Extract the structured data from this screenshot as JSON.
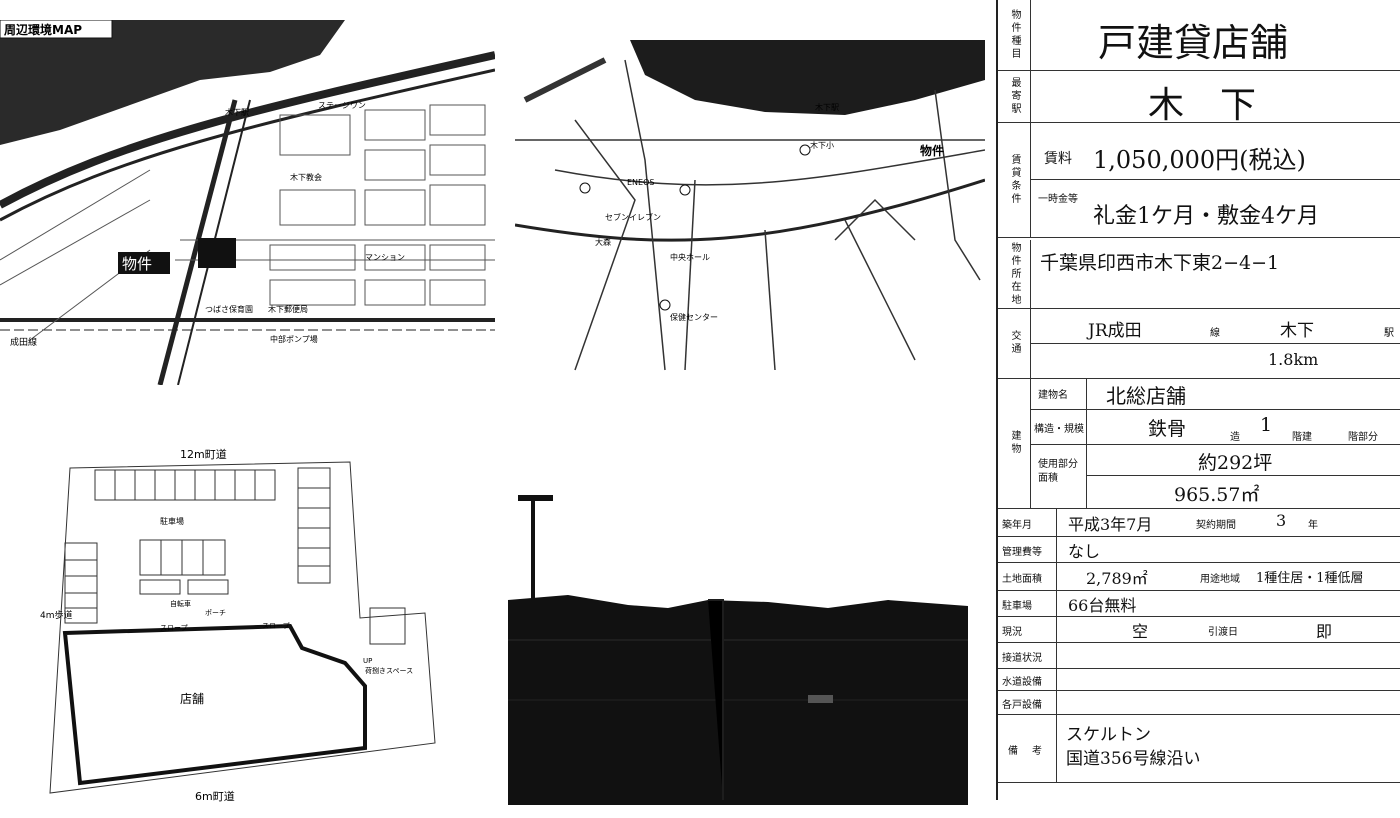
{
  "map1": {
    "title": "周辺環境MAP",
    "property": "物件",
    "labels": [
      "ステージワン",
      "木下教会",
      "木下駅",
      "成田線",
      "マンション",
      "つばさ保育園",
      "木下郵便局",
      "中部ポンプ場"
    ]
  },
  "map2": {
    "property": "物件",
    "labels": [
      "木下駅",
      "ENEOS",
      "セブンイレブン",
      "大森",
      "木下小",
      "中央ホール",
      "保健センター"
    ]
  },
  "plan": {
    "road_top": "12m町道",
    "road_left": "4m歩道",
    "road_bottom": "6m町道",
    "store": "店舗",
    "parking": "駐車場",
    "bike": "自転車",
    "porch": "ポーチ",
    "slope1": "スロープ",
    "slope2": "スロープ",
    "space": "荷捌きスペース",
    "up": "UP"
  },
  "sheet": {
    "type_label": "物件種目",
    "type": "戸建貸店舗",
    "station_label": "最寄駅",
    "station": "木　下",
    "terms_label": "賃貸条件",
    "rent_label": "賃料",
    "rent": "1,050,000円(税込)",
    "onetime_label": "一時金等",
    "onetime": "礼金1ケ月・敷金4ケ月",
    "address_label": "物件所在地",
    "address": "千葉県印西市木下東2−4−1",
    "transport_label": "交通",
    "line": "JR成田",
    "line_suffix": "線",
    "station2": "木下",
    "station2_suffix": "駅",
    "distance": "1.8km",
    "building_label": "建物",
    "bname_label": "建物名",
    "bname": "北総店舗",
    "structure_label": "構造・規模",
    "structure": "鉄骨",
    "structure_suffix": "造",
    "floors": "1",
    "floors_suffix": "階建",
    "floors_part": "階部分",
    "area_label": "使用部分面積",
    "area_tsubo": "約292坪",
    "area_m2": "965.57㎡",
    "built_label": "築年月",
    "built": "平成3年7月",
    "contract_label": "契約期間",
    "contract": "3",
    "contract_suffix": "年",
    "mgmt_label": "管理費等",
    "mgmt": "なし",
    "land_label": "土地面積",
    "land": "2,789㎡",
    "zone_label": "用途地域",
    "zone": "1種住居・1種低層",
    "parking_label": "駐車場",
    "parking": "66台無料",
    "status_label": "現況",
    "status": "空",
    "handover_label": "引渡日",
    "handover": "即",
    "ins_label": "接道状況",
    "water_label": "水道設備",
    "facility_label": "各戸設備",
    "note_label": "備考",
    "note1": "スケルトン",
    "note2": "国道356号線沿い"
  }
}
